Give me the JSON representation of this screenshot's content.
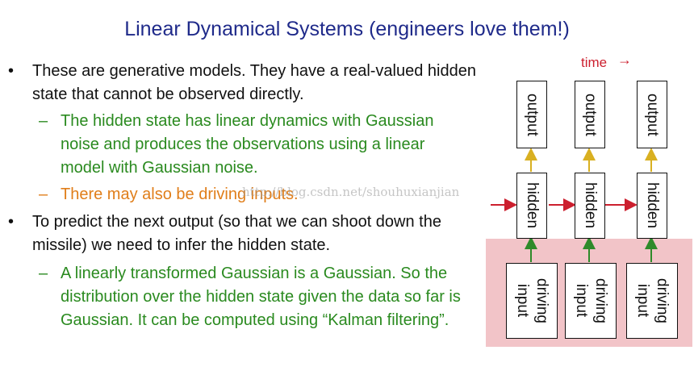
{
  "title": "Linear Dynamical Systems (engineers love them!)",
  "bullets": [
    {
      "level": 1,
      "color": "black",
      "text": "These are generative models. They have a real-valued hidden state that cannot be observed directly."
    },
    {
      "level": 2,
      "color": "green",
      "text": "The hidden state has linear dynamics with Gaussian noise and produces the observations using a linear model with Gaussian noise."
    },
    {
      "level": 2,
      "color": "orange",
      "text": "There may also be driving inputs."
    },
    {
      "level": 1,
      "color": "black",
      "text": "To predict the next output (so that we can shoot down the missile) we need to infer the hidden state."
    },
    {
      "level": 2,
      "color": "green",
      "text": "A linearly transformed Gaussian is a Gaussian. So the distribution over the hidden state given the data so far is Gaussian. It can be computed using “Kalman filtering”."
    }
  ],
  "bullet_symbol": "•",
  "dash_symbol": "–",
  "watermark": "http://blog.csdn.net/shouhuxianjian",
  "diagram": {
    "time_label": "time",
    "time_arrow": "→",
    "output_label": "output",
    "hidden_label": "hidden",
    "input_label": "driving\ninput",
    "colors": {
      "time": "#cc1f2e",
      "red_arrow": "#cc1f2e",
      "yellow_arrow": "#d9b021",
      "green_arrow": "#2e8a2a",
      "driving_bg": "#f2c4c8"
    }
  }
}
